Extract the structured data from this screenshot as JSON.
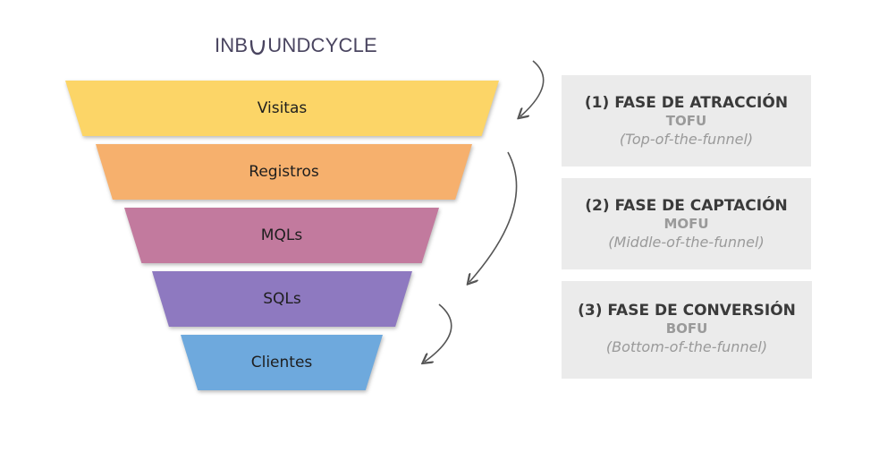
{
  "logo": {
    "left": "INB",
    "right": "UNDCYCLE"
  },
  "funnel": {
    "stages": [
      {
        "label": "Visitas",
        "color": "#fcd567"
      },
      {
        "label": "Registros",
        "color": "#f6b06d"
      },
      {
        "label": "MQLs",
        "color": "#c27a9e"
      },
      {
        "label": "SQLs",
        "color": "#8e79c0"
      },
      {
        "label": "Clientes",
        "color": "#6ea9dd"
      }
    ]
  },
  "phases": [
    {
      "title": "(1) FASE DE ATRACCIÓN",
      "acronym": "TOFU",
      "description": "(Top-of-the-funnel)"
    },
    {
      "title": "(2) FASE DE CAPTACIÓN",
      "acronym": "MOFU",
      "description": "(Middle-of-the-funnel)"
    },
    {
      "title": "(3) FASE DE CONVERSIÓN",
      "acronym": "BOFU",
      "description": "(Bottom-of-the-funnel)"
    }
  ],
  "colors": {
    "phase_box": "#ebebeb",
    "arrow": "#555555",
    "logo": "#4a4560"
  }
}
